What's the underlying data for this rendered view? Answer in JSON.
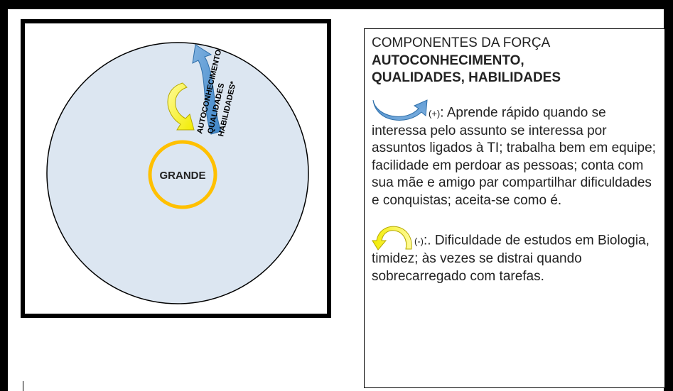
{
  "diagram": {
    "center_label": "GRANDE",
    "arc_label_outer": "AUTOCONHECIMENTO",
    "arc_label_middle": "QUALIDADES",
    "arc_label_inner": "HABILIDADES*"
  },
  "panel": {
    "title": "COMPONENTES DA FORÇA",
    "bold_line_1": "AUTOCONHECIMENTO,",
    "bold_line_2": "QUALIDADES, HABILIDADES",
    "plus_symbol": "(+)",
    "plus_text": ": Aprende rápido quando se interessa pelo assunto se interessa por assuntos ligados à TI; trabalha bem em equipe; facilidade em perdoar as pessoas; conta com sua mãe e amigo par compartilhar dificuldades e conquistas; aceita-se como é.",
    "minus_symbol": "(-)",
    "minus_text": ":. Dificuldade de estudos em Biologia, timidez; às vezes se distrai quando sobrecarregado com tarefas."
  },
  "colors": {
    "big_circle_fill": "#dce6f1",
    "ring": "#ffc000",
    "blue_arrow": "#5b9bd5",
    "yellow_arrow": "#ffff00"
  }
}
